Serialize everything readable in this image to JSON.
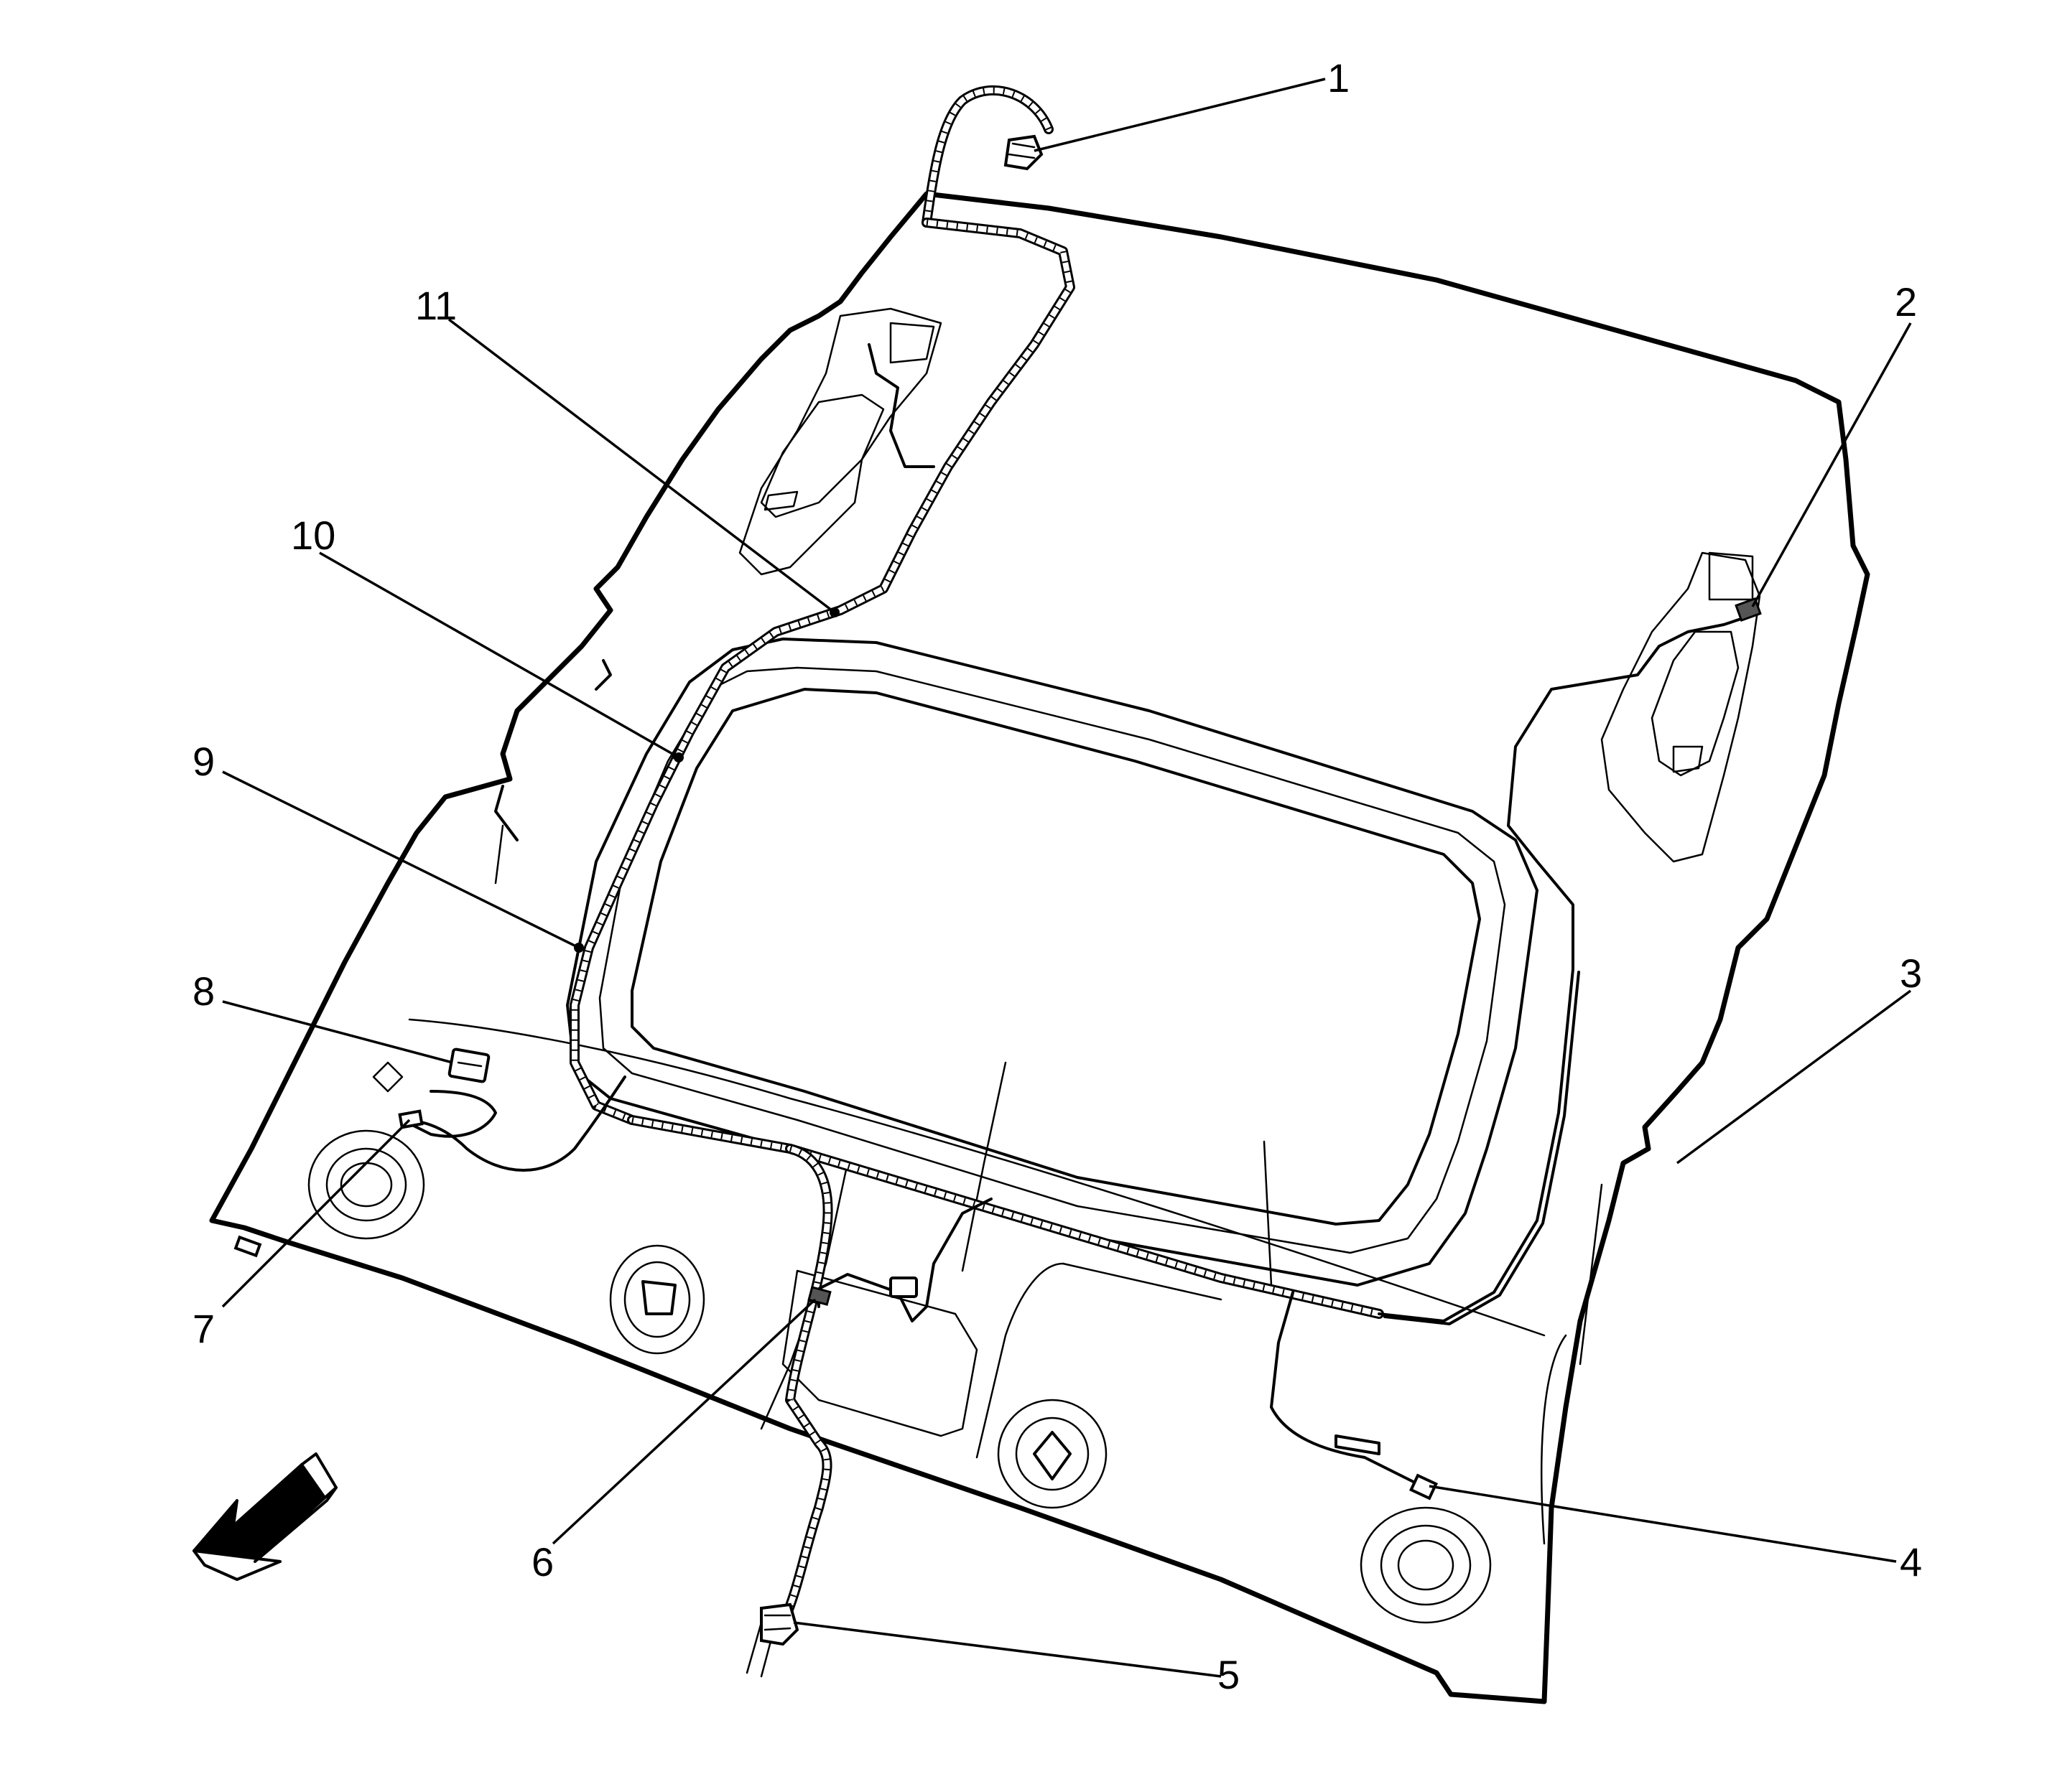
{
  "figure": {
    "callouts": [
      {
        "id": "1",
        "text": "1"
      },
      {
        "id": "2",
        "text": "2"
      },
      {
        "id": "3",
        "text": "3"
      },
      {
        "id": "4",
        "text": "4"
      },
      {
        "id": "5",
        "text": "5"
      },
      {
        "id": "6",
        "text": "6"
      },
      {
        "id": "7",
        "text": "7"
      },
      {
        "id": "8",
        "text": "8"
      },
      {
        "id": "9",
        "text": "9"
      },
      {
        "id": "10",
        "text": "10"
      },
      {
        "id": "11",
        "text": "11"
      }
    ],
    "icons": {
      "direction_arrow": "front-direction-arrow-icon"
    },
    "colors": {
      "line": "#000000",
      "background": "#ffffff",
      "arrow_shade": "#000000"
    }
  }
}
